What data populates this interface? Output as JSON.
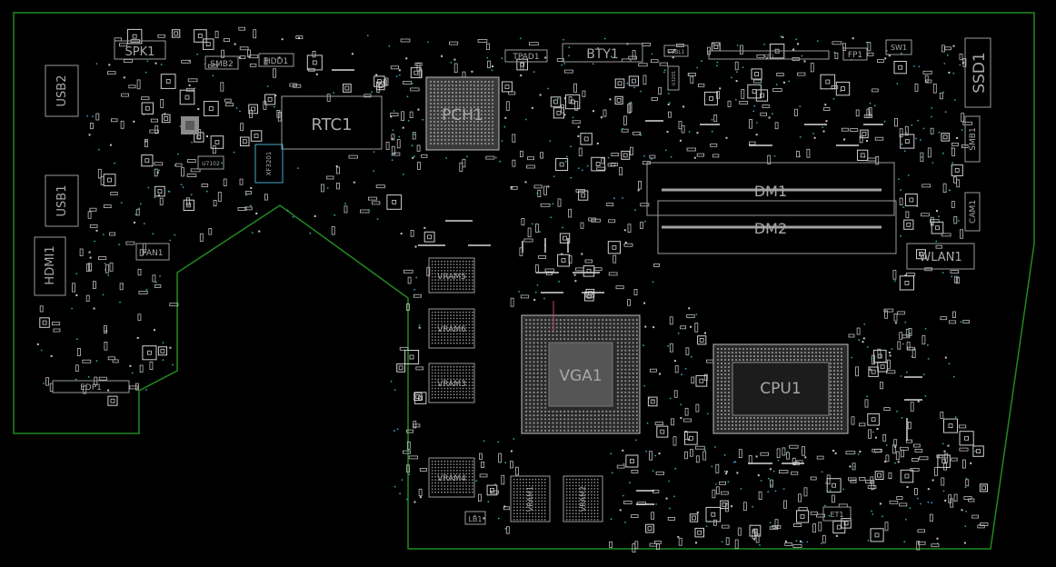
{
  "colors": {
    "background": "#000000",
    "board_outline": "#1f8a1f",
    "silkscreen": "#a8a8a8",
    "pads": "#c9c9c9",
    "vias": "#3aa0c0"
  },
  "labels": {
    "spk1": "SPK1",
    "smb2": "SMB2",
    "hdd1": "HDD1",
    "tpad1": "TPAD1",
    "bty1": "BTY1",
    "ssd1": "SSD1",
    "sw1": "SW1",
    "fp1": "FP1",
    "usb2": "USB2",
    "usb1": "USB1",
    "hdmi1": "HDMI1",
    "rtc1": "RTC1",
    "pch1": "PCH1",
    "fan1": "FAN1",
    "edp1": "EDP1",
    "dm1": "DM1",
    "dm2": "DM2",
    "smb1": "SMB1",
    "cam1": "CAM1",
    "wlan1": "WLAN1",
    "vram5": "VRAM5",
    "vram6": "VRAM6",
    "vram3": "VRAM3",
    "vram4": "VRAM4",
    "vram1": "VRAM1",
    "vram2": "VRAM2",
    "vga1": "VGA1",
    "cpu1": "CPU1",
    "lb1": "LB1",
    "et1": "ET1",
    "xf3201": "XF3201",
    "u7102": "U7102",
    "kb1": "KB1",
    "ssbl1": "SSBL1",
    "u3201": "U3201"
  }
}
